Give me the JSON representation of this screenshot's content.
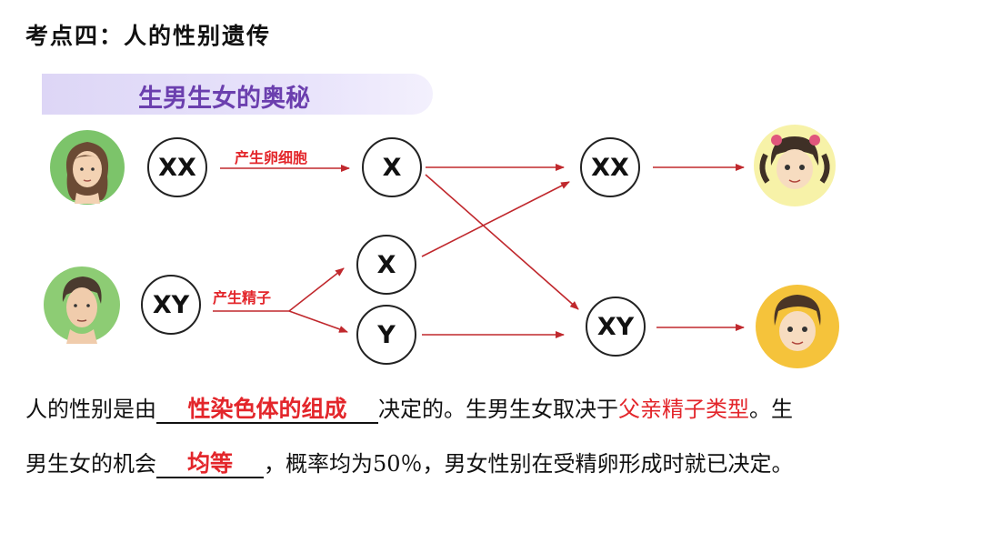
{
  "heading": "考点四：人的性别遗传",
  "banner": "生男生女的奥秘",
  "mother_genotype": "XX",
  "father_genotype": "XY",
  "label_egg": "产生卵细胞",
  "label_sperm": "产生精子",
  "egg": "X",
  "sperm_x": "X",
  "sperm_y": "Y",
  "child_girl": "XX",
  "child_boy": "XY",
  "text": {
    "l1_a": "人的性别是由",
    "l1_fill": "性染色体的组成",
    "l1_b": "决定的。生男生女取决于",
    "l1_red": "父亲精子类型",
    "l1_c": "。生",
    "l2_a": "男生女的机会",
    "l2_fill": "均等",
    "l2_b": "，概率均为50％，男女性别在受精卵形成时就已决定。"
  },
  "colors": {
    "arrow": "#c0282d",
    "fill_text": "#e3262b",
    "banner_text": "#6b3fae"
  }
}
